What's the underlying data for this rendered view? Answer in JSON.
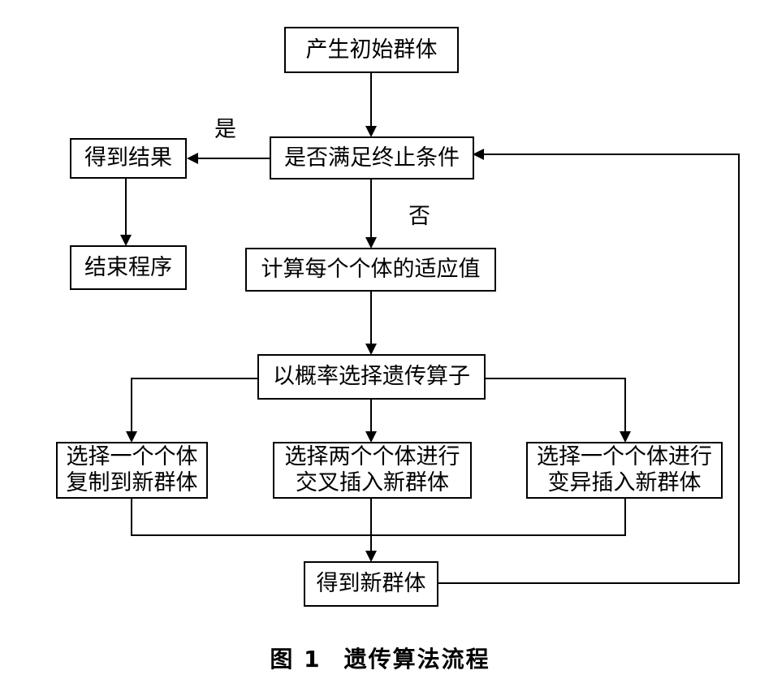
{
  "nodes": {
    "init": "产生初始群体",
    "check": "是否满足终止条件",
    "result": "得到结果",
    "end": "结束程序",
    "fitness": "计算每个个体的适应值",
    "select_op": "以概率选择遗传算子",
    "copy": [
      "选择一个个体",
      "复制到新群体"
    ],
    "crossover": [
      "选择两个个体进行",
      "交叉插入新群体"
    ],
    "mutation": [
      "选择一个个体进行",
      "变异插入新群体"
    ],
    "new_pop": "得到新群体"
  },
  "edge_labels": {
    "yes": "是",
    "no": "否"
  },
  "caption": {
    "figure": "图 1",
    "title": "遗传算法流程"
  }
}
